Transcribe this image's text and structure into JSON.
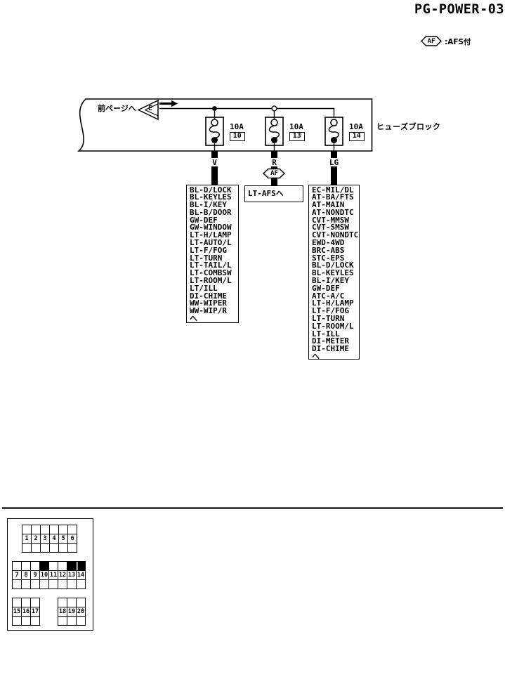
{
  "page": {
    "title": "PG-POWER-03"
  },
  "legend": {
    "symbol": "AF",
    "label": ":AFS付"
  },
  "diagram": {
    "prev_page_label": "前ページへ",
    "connector_ref": "E",
    "fuse_block_label": "ヒューズブロック",
    "fuses": [
      {
        "rating": "10A",
        "number": "10",
        "wire_color": "V"
      },
      {
        "rating": "10A",
        "number": "13",
        "wire_color": "R"
      },
      {
        "rating": "10A",
        "number": "14",
        "wire_color": "LG"
      }
    ],
    "af_tag": "AF",
    "branches": {
      "v_circuits": [
        "BL-D/LOCK",
        "BL-KEYLES",
        "BL-I/KEY",
        "BL-B/DOOR",
        "GW-DEF",
        "GW-WINDOW",
        "LT-H/LAMP",
        "LT-AUTO/L",
        "LT-F/FOG",
        "LT-TURN",
        "LT-TAIL/L",
        "LT-COMBSW",
        "LT-ROOM/L",
        "LT/ILL",
        "DI-CHIME",
        "WW-WIPER",
        "WW-WIP/R",
        "へ"
      ],
      "r_target": "LT-AFSへ",
      "lg_circuits": [
        "EC-MIL/DL",
        "AT-BA/FTS",
        "AT-MAIN",
        "AT-NONDTC",
        "CVT-MMSW",
        "CVT-SMSW",
        "CVT-NONDTC",
        "EWD-4WD",
        "BRC-ABS",
        "STC-EPS",
        "BL-D/LOCK",
        "BL-KEYLES",
        "BL-I/KEY",
        "GW-DEF",
        "ATC-A/C",
        "LT-H/LAMP",
        "LT-F/FOG",
        "LT-TURN",
        "LT-ROOM/L",
        "LT-ILL",
        "DI-METER",
        "DI-CHIME",
        "へ"
      ]
    }
  },
  "fuse_layout": {
    "groups": [
      {
        "numbers": [
          "1",
          "2",
          "3",
          "4",
          "5",
          "6"
        ],
        "highlighted": []
      },
      {
        "numbers": [
          "7",
          "8",
          "9",
          "10",
          "11",
          "12",
          "13",
          "14"
        ],
        "highlighted": [
          "10",
          "13",
          "14"
        ]
      },
      {
        "numbers": [
          "15",
          "16",
          "17"
        ],
        "highlighted": []
      },
      {
        "numbers": [
          "18",
          "19",
          "20"
        ],
        "highlighted": []
      }
    ]
  }
}
